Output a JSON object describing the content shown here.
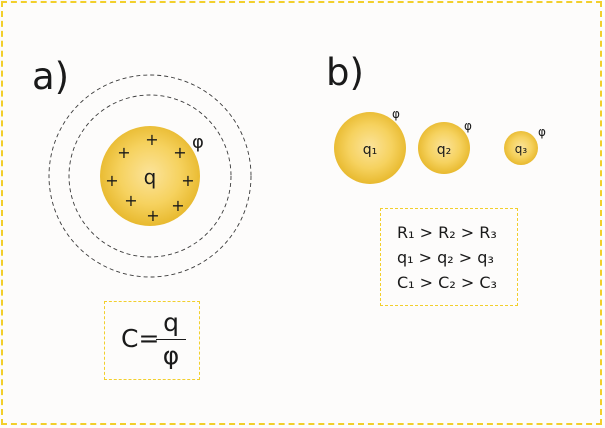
{
  "panels": {
    "a": {
      "label": "a)",
      "sphere_charge": "q",
      "potential": "φ",
      "plus_sign": "+",
      "formula": {
        "lhs": "C=",
        "numerator": "q",
        "denominator": "φ"
      }
    },
    "b": {
      "label": "b)",
      "potential": "φ",
      "spheres": [
        "q₁",
        "q₂",
        "q₃"
      ],
      "relations": [
        "R₁ > R₂ > R₃",
        "q₁ > q₂ > q₃",
        "C₁ > C₂ > C₃"
      ]
    }
  },
  "colors": {
    "frame_border": "#f2cf2c",
    "sphere_center": "#fbe39a",
    "sphere_edge": "#e6b628",
    "field_line": "#3a3a3a"
  }
}
